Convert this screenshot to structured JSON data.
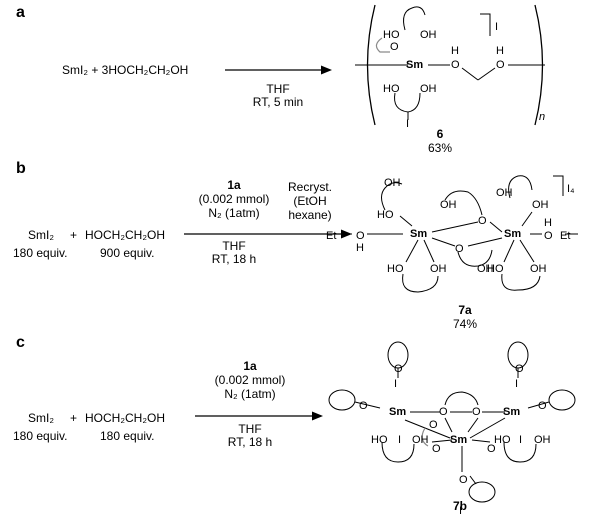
{
  "panels": [
    {
      "letter": "a",
      "reactants": "SmI₂ + 3HOCH₂CH₂OH",
      "conditions_below": [
        "THF",
        "RT, 5 min"
      ],
      "product_id": "6",
      "yield": "63%",
      "subscript_n": "n",
      "counterion": "I"
    },
    {
      "letter": "b",
      "reactant1": "SmI₂",
      "plus": "+",
      "reactant2": "HOCH₂CH₂OH",
      "equiv1": "180 equiv.",
      "equiv2": "900 equiv.",
      "catalyst": "1a",
      "catalyst_amount": "(0.002 mmol)",
      "atmosphere": "N₂ (1atm)",
      "conditions_below": [
        "THF",
        "RT, 18 h"
      ],
      "recryst": [
        "Recryst.",
        "(EtOH",
        "hexane)"
      ],
      "product_id": "7a",
      "yield": "74%",
      "counterion": "I₄"
    },
    {
      "letter": "c",
      "reactant1": "SmI₂",
      "plus": "+",
      "reactant2": "HOCH₂CH₂OH",
      "equiv1": "180 equiv.",
      "equiv2": "180 equiv.",
      "catalyst": "1a",
      "catalyst_amount": "(0.002 mmol)",
      "atmosphere": "N₂ (1atm)",
      "conditions_below": [
        "THF",
        "RT, 18 h"
      ],
      "product_id": "7b"
    }
  ],
  "atoms": {
    "sm": "Sm",
    "oh": "OH",
    "ho": "HO",
    "o": "O",
    "h": "H",
    "i": "I",
    "et": "Et"
  }
}
